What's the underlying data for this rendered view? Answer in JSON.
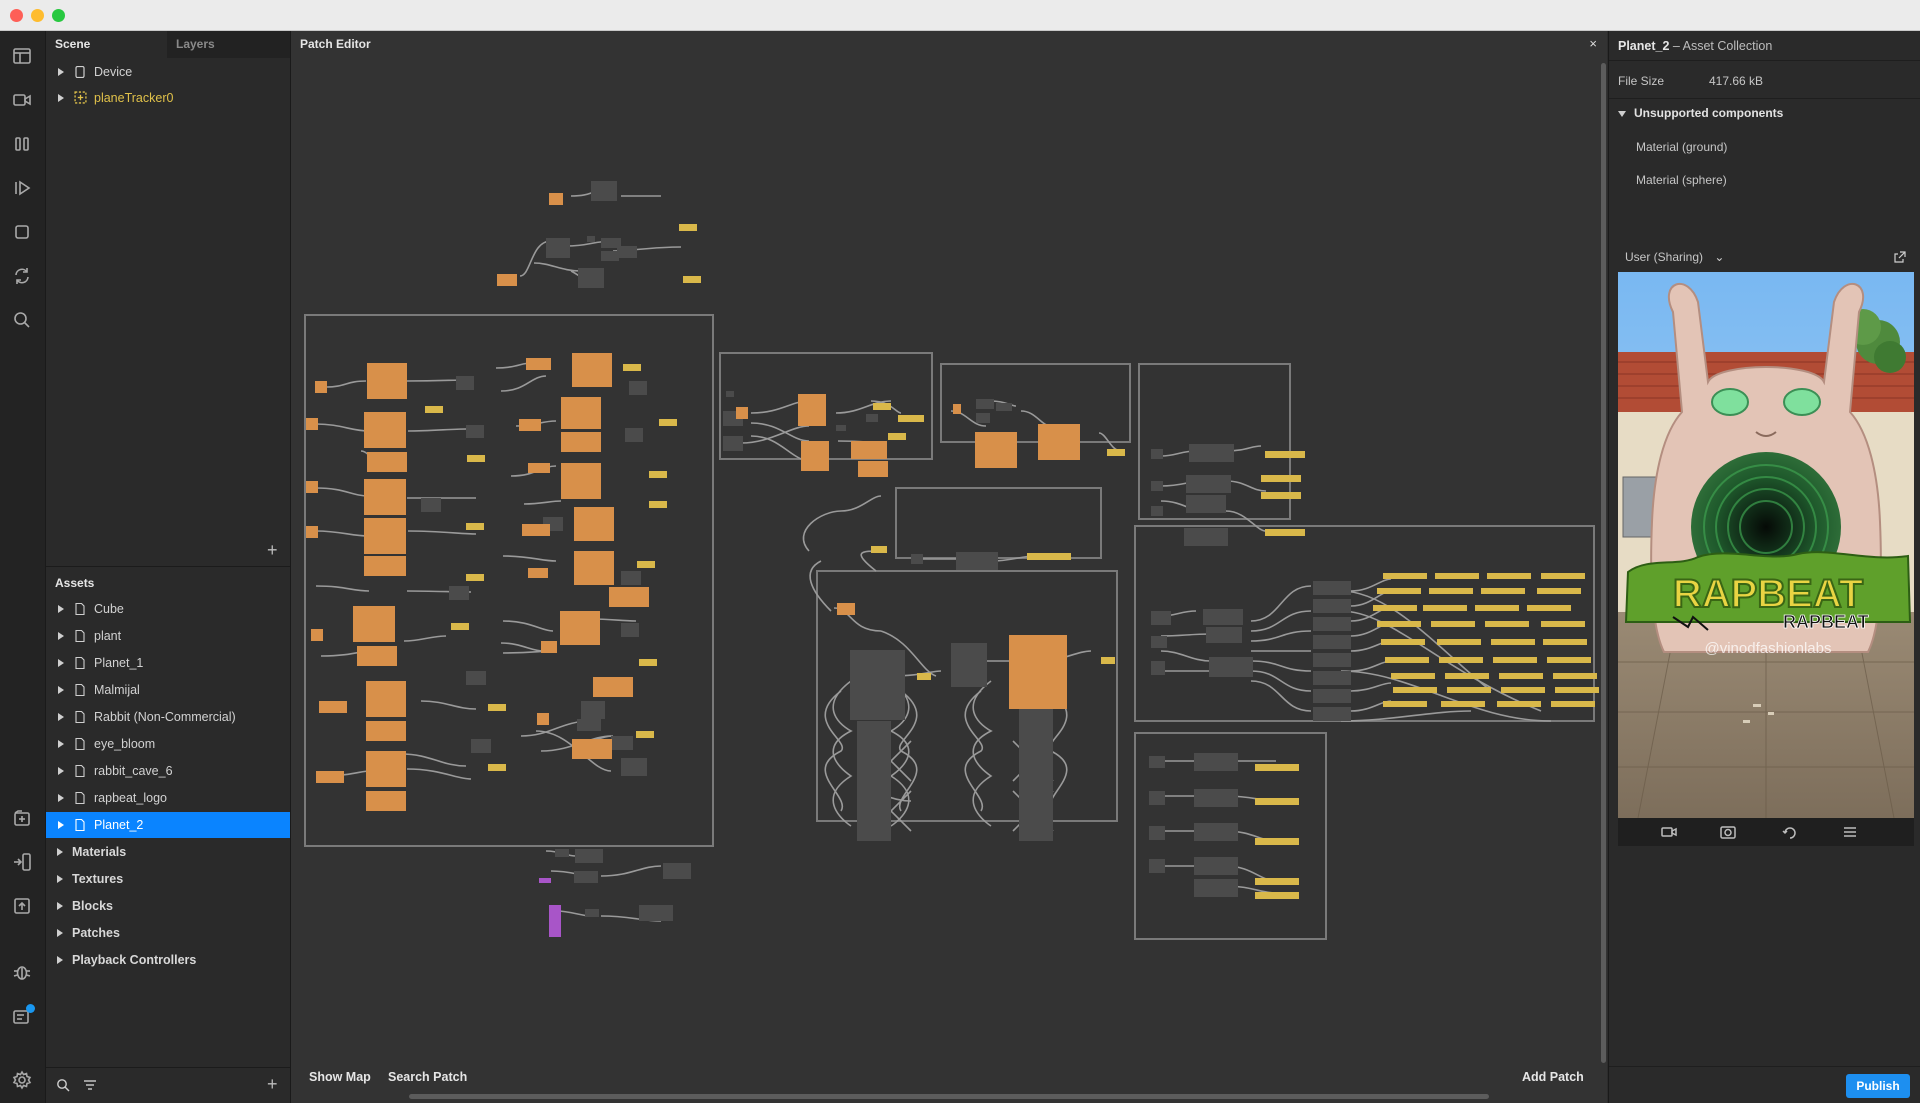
{
  "scene": {
    "tab_scene": "Scene",
    "tab_layers": "Layers",
    "items": [
      {
        "label": "Device"
      },
      {
        "label": "planeTracker0"
      }
    ]
  },
  "assets": {
    "header": "Assets",
    "items": [
      {
        "label": "Cube"
      },
      {
        "label": "plant"
      },
      {
        "label": "Planet_1"
      },
      {
        "label": "Malmijal"
      },
      {
        "label": "Rabbit (Non-Commercial)"
      },
      {
        "label": "eye_bloom"
      },
      {
        "label": "rabbit_cave_6"
      },
      {
        "label": "rapbeat_logo"
      },
      {
        "label": "Planet_2",
        "selected": true
      }
    ],
    "groups": [
      {
        "label": "Materials"
      },
      {
        "label": "Textures"
      },
      {
        "label": "Blocks"
      },
      {
        "label": "Patches"
      },
      {
        "label": "Playback Controllers"
      }
    ]
  },
  "patch_editor": {
    "title": "Patch Editor",
    "close": "×",
    "show_map": "Show Map",
    "search_patch": "Search Patch",
    "add_patch": "Add Patch"
  },
  "inspector": {
    "title": "Planet_2",
    "subtitle": "– Asset Collection",
    "file_size_label": "File Size",
    "file_size_value": "417.66 kB",
    "unsupported_header": "Unsupported components",
    "unsupported": [
      "Material (ground)",
      "Material (sphere)"
    ],
    "preview_user": "User (Sharing)",
    "preview_logo_big": "RAPBEAT",
    "preview_logo_small": "RAPBEAT",
    "preview_handle": "@vinodfashionlabs",
    "publish": "Publish"
  },
  "colors": {
    "accent": "#1997f0",
    "patch_orange": "#d8904a",
    "patch_yellow": "#d9b84a",
    "patch_gray": "#4a4a4a",
    "patch_purple": "#a855c8",
    "selection": "#0a84ff"
  }
}
